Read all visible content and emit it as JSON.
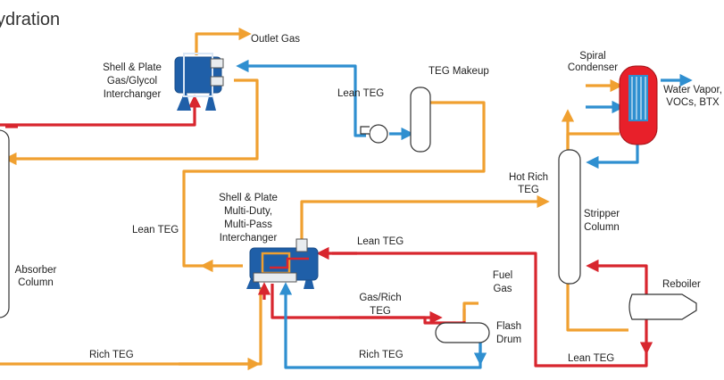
{
  "title": "ydration",
  "labels": {
    "outlet_gas": "Outlet Gas",
    "shell_plate_gg_1": "Shell & Plate",
    "shell_plate_gg_2": "Gas/Glycol",
    "shell_plate_gg_3": "Interchanger",
    "teg_makeup": "TEG Makeup",
    "lean_teg_top": "Lean TEG",
    "spiral_condenser_1": "Spiral",
    "spiral_condenser_2": "Condenser",
    "water_vapor_1": "Water Vapor,",
    "water_vapor_2": "VOCs, BTX",
    "hot_rich_teg_1": "Hot Rich",
    "hot_rich_teg_2": "TEG",
    "multi_duty_1": "Shell & Plate",
    "multi_duty_2": "Multi-Duty,",
    "multi_duty_3": "Multi-Pass",
    "multi_duty_4": "Interchanger",
    "lean_teg_left": "Lean TEG",
    "lean_teg_mid": "Lean TEG",
    "stripper_column_1": "Stripper",
    "stripper_column_2": "Column",
    "absorber_column_1": "Absorber",
    "absorber_column_2": "Column",
    "fuel_gas_1": "Fuel",
    "fuel_gas_2": "Gas",
    "gas_rich_teg_1": "Gas/Rich",
    "gas_rich_teg_2": "TEG",
    "flash_drum_1": "Flash",
    "flash_drum_2": "Drum",
    "reboiler": "Reboiler",
    "rich_teg_left": "Rich TEG",
    "rich_teg_mid": "Rich TEG",
    "lean_teg_bottom": "Lean TEG"
  },
  "colors": {
    "lean_teg": "#f0a030",
    "rich_teg": "#d8262e",
    "makeup_water": "#2f8fd0",
    "exchanger": "#1f5fa8",
    "condenser": "#e8202a"
  },
  "icons": {
    "pump": "pump-icon",
    "exchanger": "heat-exchanger-icon",
    "condenser": "spiral-condenser-icon"
  }
}
